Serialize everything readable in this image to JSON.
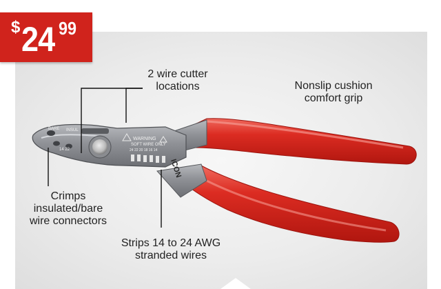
{
  "price": {
    "currency": "$",
    "dollars": "24",
    "cents": "99"
  },
  "callouts": {
    "cutter": [
      "2 wire cutter",
      "locations"
    ],
    "grip": [
      "Nonslip cushion",
      "comfort grip"
    ],
    "crimps": [
      "Crimps",
      "insulated/bare",
      "wire connectors"
    ],
    "strips": [
      "Strips 14 to 24 AWG",
      "stranded wires"
    ]
  },
  "tool_markings": {
    "bare": "BARE",
    "insul": "INSUL",
    "gauge_jaw": "14   22",
    "warning": "WARNING",
    "soft_wire": "SOFT WIRE ONLY",
    "gauges": "24 22 20 18  16  14",
    "brand": "ICON"
  },
  "colors": {
    "badge": "#d0231c",
    "handle": "#d8261e",
    "steel": "#8f9196"
  }
}
